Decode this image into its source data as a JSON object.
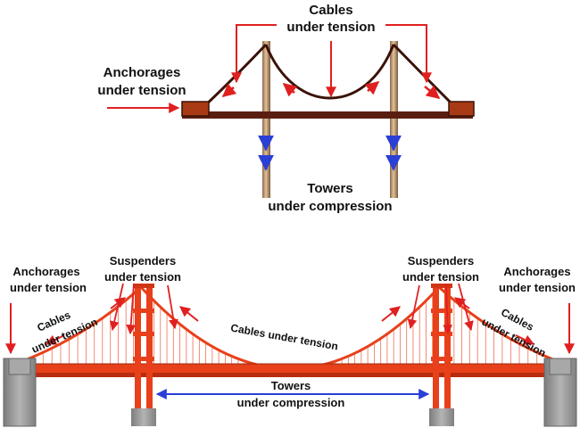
{
  "top_diagram": {
    "cables": {
      "line1": "Cables",
      "line2": "under tension"
    },
    "anchorages": {
      "line1": "Anchorages",
      "line2": "under tension"
    },
    "towers": {
      "line1": "Towers",
      "line2": "under compression"
    }
  },
  "bottom_diagram": {
    "anchorages_left": {
      "line1": "Anchorages",
      "line2": "under tension"
    },
    "suspenders_left": {
      "line1": "Suspenders",
      "line2": "under tension"
    },
    "suspenders_right": {
      "line1": "Suspenders",
      "line2": "under tension"
    },
    "anchorages_right": {
      "line1": "Anchorages",
      "line2": "under tension"
    },
    "cables_left": {
      "line1": "Cables",
      "line2": "under tension"
    },
    "cables_center": "Cables under tension",
    "cables_right": {
      "line1": "Cables",
      "line2": "under tension"
    },
    "towers": {
      "line1": "Towers",
      "line2": "under compression"
    }
  },
  "colors": {
    "tension_arrow": "#e02020",
    "compression_arrow": "#2a3fd6",
    "deck_top": "#5a1e10",
    "anchorage_top": "#a83a14",
    "tower_top": "#c9a27a",
    "bridge_orange": "#e8401a",
    "concrete": "#9a9a9a"
  }
}
